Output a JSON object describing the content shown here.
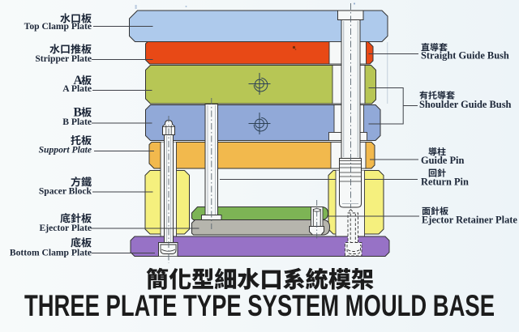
{
  "figure": {
    "type": "mould-base-cross-section-diagram",
    "title_zh": "簡化型細水口系統模架",
    "title_en": "THREE PLATE TYPE SYSTEM MOULD BASE"
  },
  "labels_left": [
    {
      "zh": "水口板",
      "en": "Top Clamp Plate"
    },
    {
      "zh": "水口推板",
      "en": "Stripper Plate"
    },
    {
      "zh": "A板",
      "en": "A Plate"
    },
    {
      "zh": "B板",
      "en": "B Plate"
    },
    {
      "zh": "托板",
      "en": "Support Plate"
    },
    {
      "zh": "方鐵",
      "en": "Spacer Block"
    },
    {
      "zh": "底針板",
      "en": "Ejector Plate"
    },
    {
      "zh": "底板",
      "en": "Bottom Clamp Plate"
    }
  ],
  "labels_right": [
    {
      "zh": "直導套",
      "en": "Straight Guide Bush"
    },
    {
      "zh": "有托導套",
      "en": "Shoulder Guide Bush"
    },
    {
      "zh": "導柱",
      "en": "Guide Pin"
    },
    {
      "zh": "回針",
      "en": "Return Pin"
    },
    {
      "zh": "面針板",
      "en": "Ejector Retainer Plate"
    }
  ],
  "colors": {
    "background": "#f3f8fa",
    "top_clamp_plate": "#aecaec",
    "stripper_plate": "#e84a19",
    "a_plate": "#b7c655",
    "b_plate": "#91a9d8",
    "support_plate": "#f2b94e",
    "spacer_block": "#f5f07e",
    "ejector_retainer_plate": "#7db455",
    "ejector_plate": "#b6b5ad",
    "bottom_clamp_plate": "#9772c6",
    "metal_parts": "#f6f8f8",
    "outline": "#333333",
    "label_text": "#1c2738",
    "title_text": "#1a1a1c"
  }
}
